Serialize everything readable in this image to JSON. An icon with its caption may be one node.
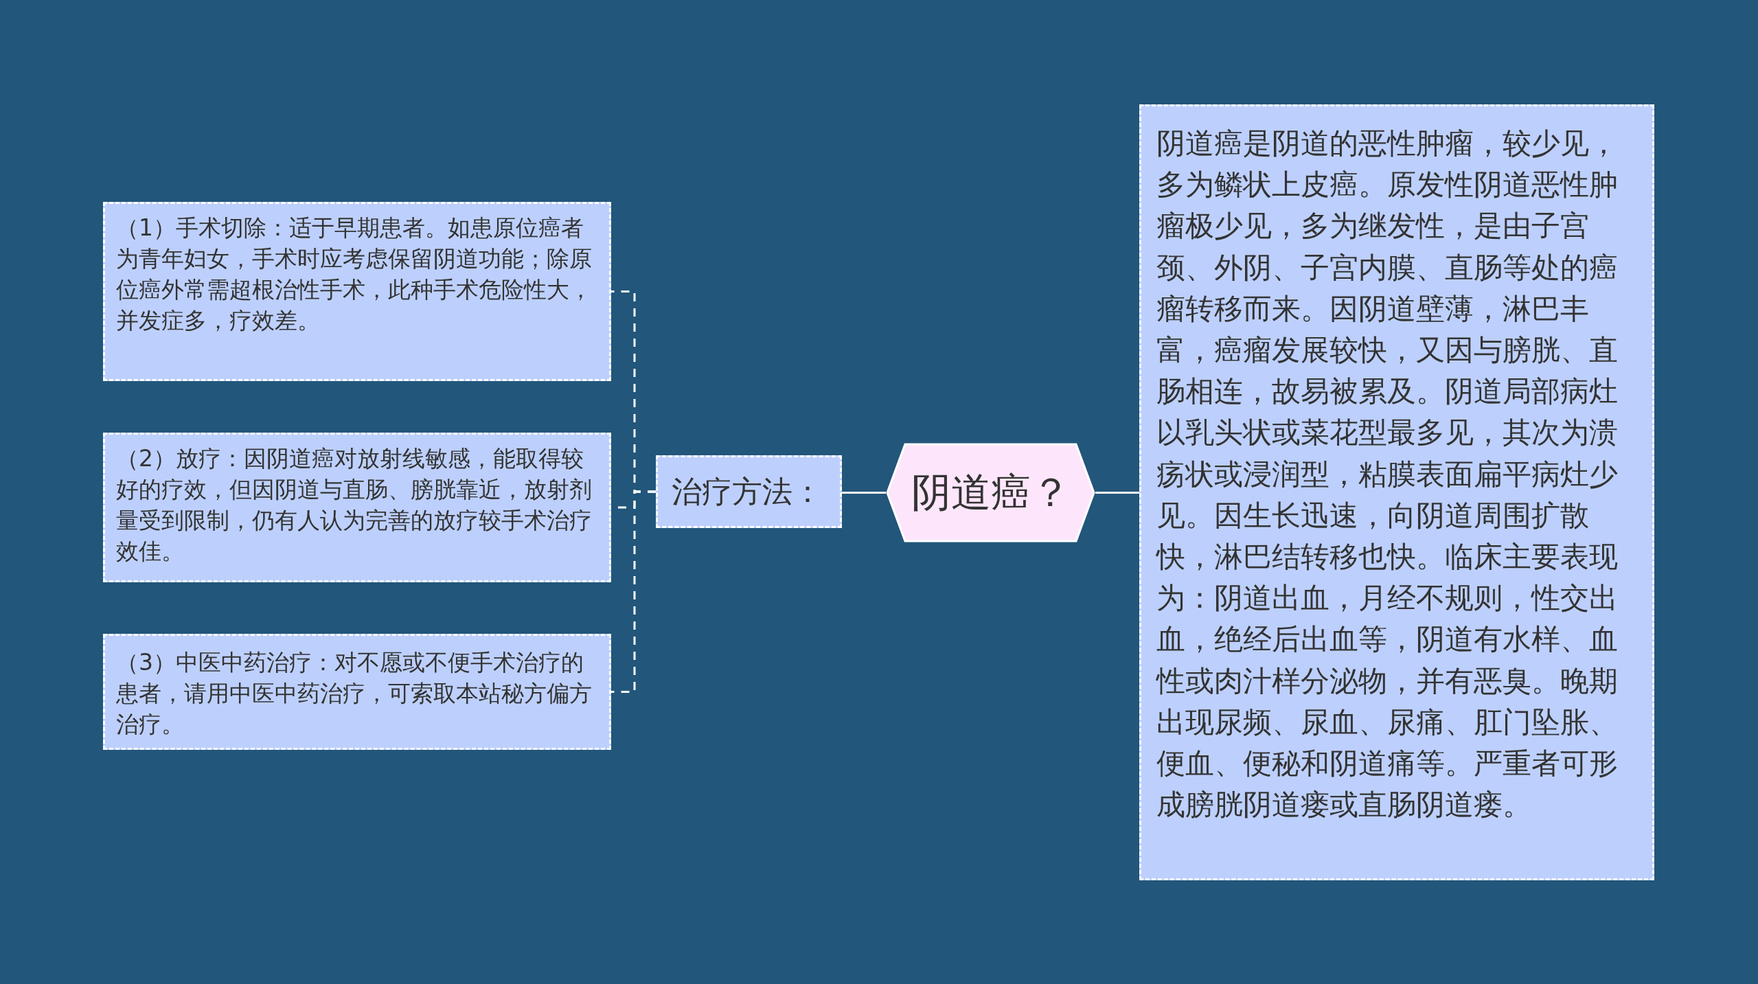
{
  "diagram": {
    "nodes": [
      {
        "text": [
          "阴道癌？"
        ]
      },
      {
        "text": [
          "治疗方法："
        ]
      },
      {
        "text": [
          "（1）手术切除：适于早期患者。如患原位癌者为青年妇女，手术时应考虑保留阴道功能；除原位癌外常需超根治性手术，此种手术危险性大，并发症多，疗效差。"
        ]
      },
      {
        "text": [
          "（2）放疗：因阴道癌对放射线敏感，能取得较好的疗效，但因阴道与直肠、膀胱靠近，放射剂量受到限制，仍有人认为完善的放疗较手术治疗效佳。"
        ]
      },
      {
        "text": [
          "（3）中医中药治疗：对不愿或不便手术治疗的患者，请用中医中药治疗，可索取本站秘方偏方治疗。"
        ]
      },
      {
        "text": [
          "阴道癌是阴道的恶性肿瘤，较少见，多为鳞状上皮癌。原发性阴道恶性肿瘤极少见，多为继发性，是由子宫颈、外阴、子宫内膜、直肠等处的癌瘤转移而来。因阴道壁薄，淋巴丰富，癌瘤发展较快，又因与膀胱、直肠相连，故易被累及。阴道局部病灶以乳头状或菜花型最多见，其次为溃疡状或浸润型，粘膜表面扁平病灶少见。因生长迅速，向阴道周围扩散快，淋巴结转移也快。临床主要表现为：阴道出血，月经不规则，性交出血，绝经后出血等，阴道有水样、血性或肉汁样分泌物，并有恶臭。晚期出现尿频、尿血、尿痛、肛门坠胀、便血、便秘和阴道痛等。严重者可形成膀胱阴道瘘或直肠阴道瘘。"
        ]
      }
    ],
    "edges": [
      {
        "from": 0,
        "to": 1,
        "arrow": "none"
      },
      {
        "from": 1,
        "to": 2,
        "arrow": "none",
        "style": "dashed"
      },
      {
        "from": 1,
        "to": 3,
        "arrow": "none",
        "style": "dashed"
      },
      {
        "from": 1,
        "to": 4,
        "arrow": "none",
        "style": "dashed"
      },
      {
        "from": 0,
        "to": 5,
        "arrow": "none"
      }
    ]
  }
}
